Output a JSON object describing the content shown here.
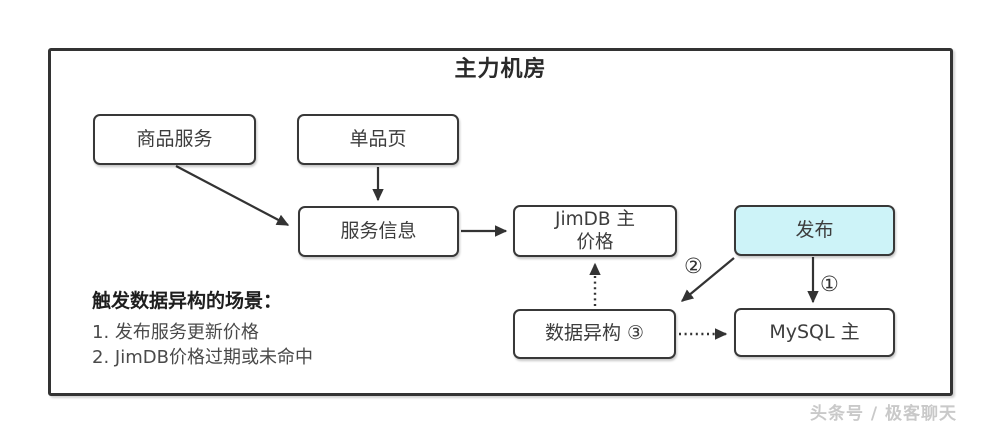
{
  "diagram": {
    "title": "主力机房",
    "nodes": {
      "product_service": "商品服务",
      "item_page": "单品页",
      "service_info": "服务信息",
      "jimdb_line1": "JimDB 主",
      "jimdb_line2": "价格",
      "publish": "发布",
      "data_hetero": "数据异构 ③",
      "mysql": "MySQL 主"
    },
    "edge_labels": {
      "publish_to_mysql": "①",
      "publish_to_data_hetero": "②"
    },
    "note": {
      "heading": "触发数据异构的场景：",
      "items": [
        "1. 发布服务更新价格",
        "2. JimDB价格过期或未命中"
      ]
    },
    "colors": {
      "line": "#333333",
      "box_border": "#383838",
      "highlight_fill": "#cdf3f8",
      "text": "#3d3d3d"
    }
  },
  "watermark": "头条号 / 极客聊天"
}
